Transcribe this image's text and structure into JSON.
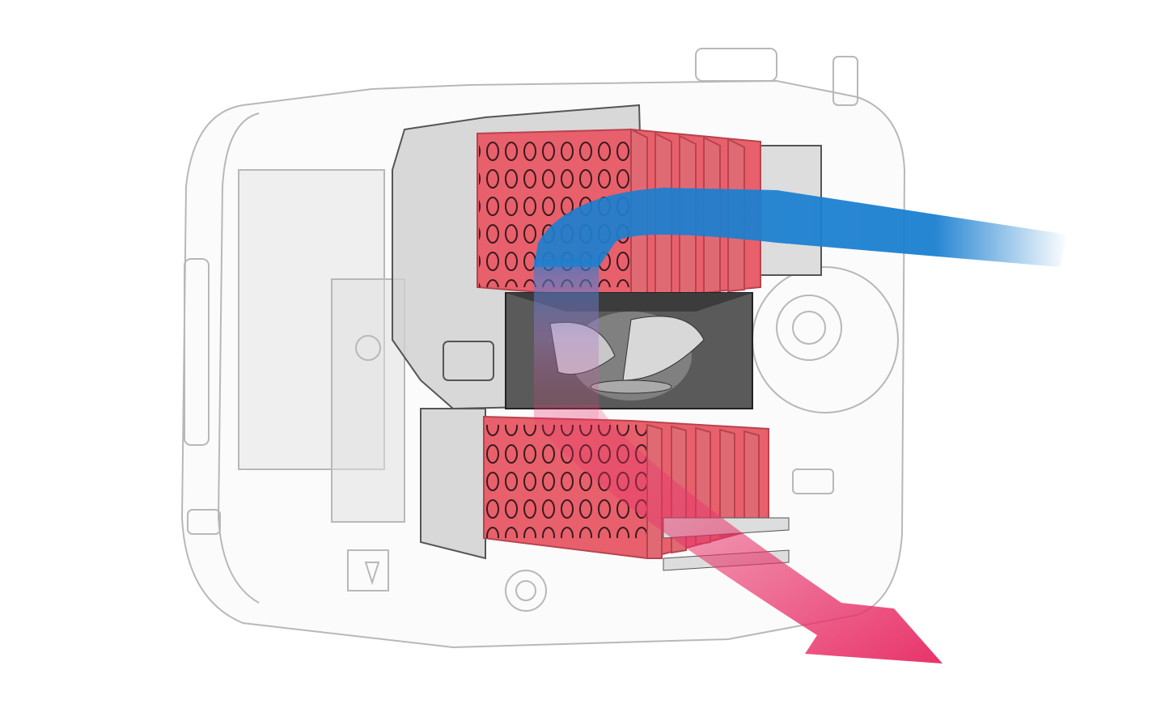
{
  "illustration": {
    "subject": "camera-cooling-airflow",
    "colors": {
      "intake_air": "#1a7fd0",
      "exhaust_air": "#e8336a",
      "heatsink": "#e8606c",
      "heatsink_dark": "#b8434f",
      "fan_housing": "#4a4a4a",
      "body_outline": "#b8b8b8",
      "internal_plate": "#cfcfcf"
    },
    "icons": [
      "camera-body",
      "heatsink-upper",
      "heatsink-lower",
      "cooling-fan",
      "intake-arrow",
      "exhaust-arrow"
    ]
  }
}
